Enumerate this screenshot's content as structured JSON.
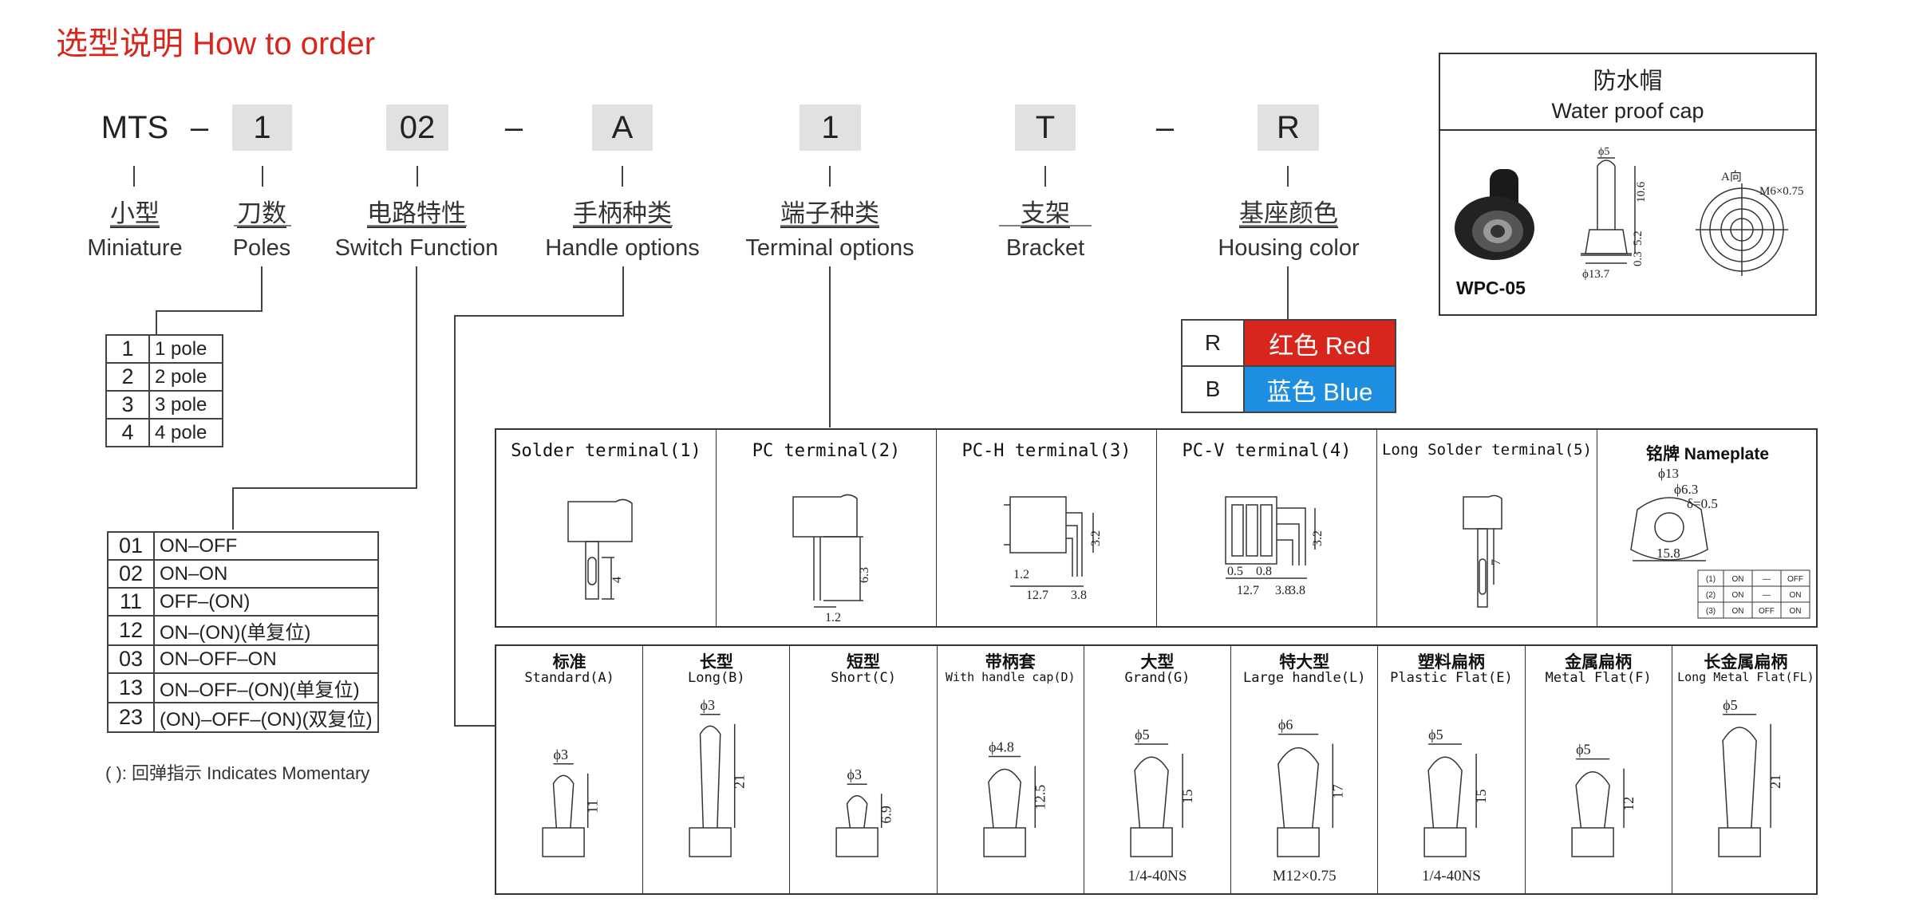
{
  "title": "选型说明 How to order",
  "codes": {
    "prefix": "MTS",
    "dash": "–",
    "poles": "1",
    "function": "02",
    "handle": "A",
    "terminal": "1",
    "bracket": "T",
    "color": "R"
  },
  "labels": [
    {
      "cn": "小型",
      "en": "Miniature"
    },
    {
      "cn": "刀数",
      "en": "Poles"
    },
    {
      "cn": "电路特性",
      "en": "Switch Function"
    },
    {
      "cn": "手柄种类",
      "en": "Handle options"
    },
    {
      "cn": "端子种类",
      "en": "Terminal options"
    },
    {
      "cn": "支架",
      "en": "Bracket"
    },
    {
      "cn": "基座颜色",
      "en": "Housing color"
    }
  ],
  "poles_table": [
    {
      "code": "1",
      "label": "1 pole"
    },
    {
      "code": "2",
      "label": "2 pole"
    },
    {
      "code": "3",
      "label": "3 pole"
    },
    {
      "code": "4",
      "label": "4 pole"
    }
  ],
  "function_table": [
    {
      "code": "01",
      "label": "ON–OFF"
    },
    {
      "code": "02",
      "label": "ON–ON"
    },
    {
      "code": "11",
      "label": "OFF–(ON)"
    },
    {
      "code": "12",
      "label": "ON–(ON)(单复位)"
    },
    {
      "code": "03",
      "label": "ON–OFF–ON"
    },
    {
      "code": "13",
      "label": "ON–OFF–(ON)(单复位)"
    },
    {
      "code": "23",
      "label": "(ON)–OFF–(ON)(双复位)"
    }
  ],
  "momentary_note": "(   ): 回弹指示 Indicates Momentary",
  "color_table": [
    {
      "code": "R",
      "label": "红色 Red",
      "color": "#d9261c"
    },
    {
      "code": "B",
      "label": "蓝色 Blue",
      "color": "#1e8fe0"
    }
  ],
  "water_cap": {
    "title_cn": "防水帽",
    "title_en": "Water proof cap",
    "model": "WPC-05",
    "dims": [
      "ϕ5",
      "10.6",
      "5.2",
      "0.3",
      "ϕ13.7",
      "A向",
      "M6×0.75"
    ]
  },
  "terminals": [
    {
      "name": "Solder terminal(1)",
      "dims": [
        "4"
      ]
    },
    {
      "name": "PC terminal(2)",
      "dims": [
        "6.3",
        "1.2"
      ]
    },
    {
      "name": "PC-H terminal(3)",
      "dims": [
        "3.2",
        "1.2",
        "12.7",
        "3.8"
      ]
    },
    {
      "name": "PC-V terminal(4)",
      "dims": [
        "3.2",
        "0.5",
        "0.8",
        "12.7",
        "3.8",
        "3.8"
      ]
    },
    {
      "name": "Long Solder terminal(5)",
      "dims": [
        "7"
      ]
    },
    {
      "name": "铭牌 Nameplate",
      "dims": [
        "ϕ13",
        "ϕ6.3",
        "δ=0.5",
        "15.8"
      ]
    }
  ],
  "nameplate_table": [
    [
      "(1)",
      "ON",
      "—",
      "OFF"
    ],
    [
      "(2)",
      "ON",
      "—",
      "ON"
    ],
    [
      "(3)",
      "ON",
      "OFF",
      "ON"
    ]
  ],
  "handles": [
    {
      "cn": "标准",
      "en": "Standard(A)",
      "dia": "ϕ3",
      "len": "11",
      "thread": ""
    },
    {
      "cn": "长型",
      "en": "Long(B)",
      "dia": "ϕ3",
      "len": "21",
      "thread": ""
    },
    {
      "cn": "短型",
      "en": "Short(C)",
      "dia": "ϕ3",
      "len": "6.9",
      "thread": ""
    },
    {
      "cn": "带柄套",
      "en": "With handle cap(D)",
      "dia": "ϕ4.8",
      "len": "12.5",
      "thread": ""
    },
    {
      "cn": "大型",
      "en": "Grand(G)",
      "dia": "ϕ5",
      "len": "15",
      "thread": "1/4-40NS"
    },
    {
      "cn": "特大型",
      "en": "Large handle(L)",
      "dia": "ϕ6",
      "len": "17",
      "thread": "M12×0.75"
    },
    {
      "cn": "塑料扁柄",
      "en": "Plastic Flat(E)",
      "dia": "ϕ5",
      "len": "15",
      "thread": "1/4-40NS"
    },
    {
      "cn": "金属扁柄",
      "en": "Metal Flat(F)",
      "dia": "ϕ5",
      "len": "12",
      "thread": ""
    },
    {
      "cn": "长金属扁柄",
      "en": "Long Metal Flat(FL)",
      "dia": "ϕ5",
      "len": "21",
      "thread": ""
    }
  ]
}
